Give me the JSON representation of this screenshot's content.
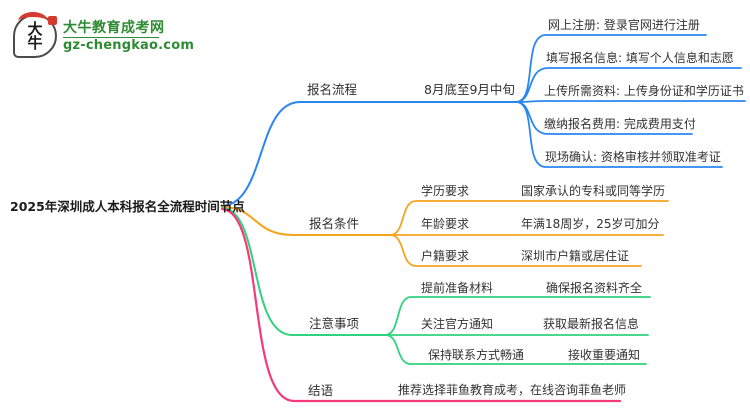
{
  "logo": {
    "badge_text": "大牛",
    "site_name": "大牛教育成考网",
    "site_domain": "gz-chengkao.com",
    "brand_green": "#2e8b33",
    "badge_red": "#d43a2f"
  },
  "colors": {
    "branch_process": "#2b86f0",
    "branch_conditions": "#f5a41e",
    "branch_notes": "#2fd27e",
    "branch_conclusion": "#f43b77"
  },
  "mindmap": {
    "root": "2025年深圳成人本科报名全流程时间节点",
    "branches": [
      {
        "label": "报名流程",
        "time": "8月底至9月中旬",
        "children": [
          "网上注册: 登录官网进行注册",
          "填写报名信息: 填写个人信息和志愿",
          "上传所需资料: 上传身份证和学历证书",
          "缴纳报名费用: 完成费用支付",
          "现场确认: 资格审核并领取准考证"
        ]
      },
      {
        "label": "报名条件",
        "children": [
          {
            "label": "学历要求",
            "value": "国家承认的专科或同等学历"
          },
          {
            "label": "年龄要求",
            "value": "年满18周岁，25岁可加分"
          },
          {
            "label": "户籍要求",
            "value": "深圳市户籍或居住证"
          }
        ]
      },
      {
        "label": "注意事项",
        "children": [
          {
            "label": "提前准备材料",
            "value": "确保报名资料齐全"
          },
          {
            "label": "关注官方通知",
            "value": "获取最新报名信息"
          },
          {
            "label": "保持联系方式畅通",
            "value": "接收重要通知"
          }
        ]
      },
      {
        "label": "结语",
        "value": "推荐选择菲鱼教育成考，在线咨询菲鱼老师"
      }
    ]
  }
}
